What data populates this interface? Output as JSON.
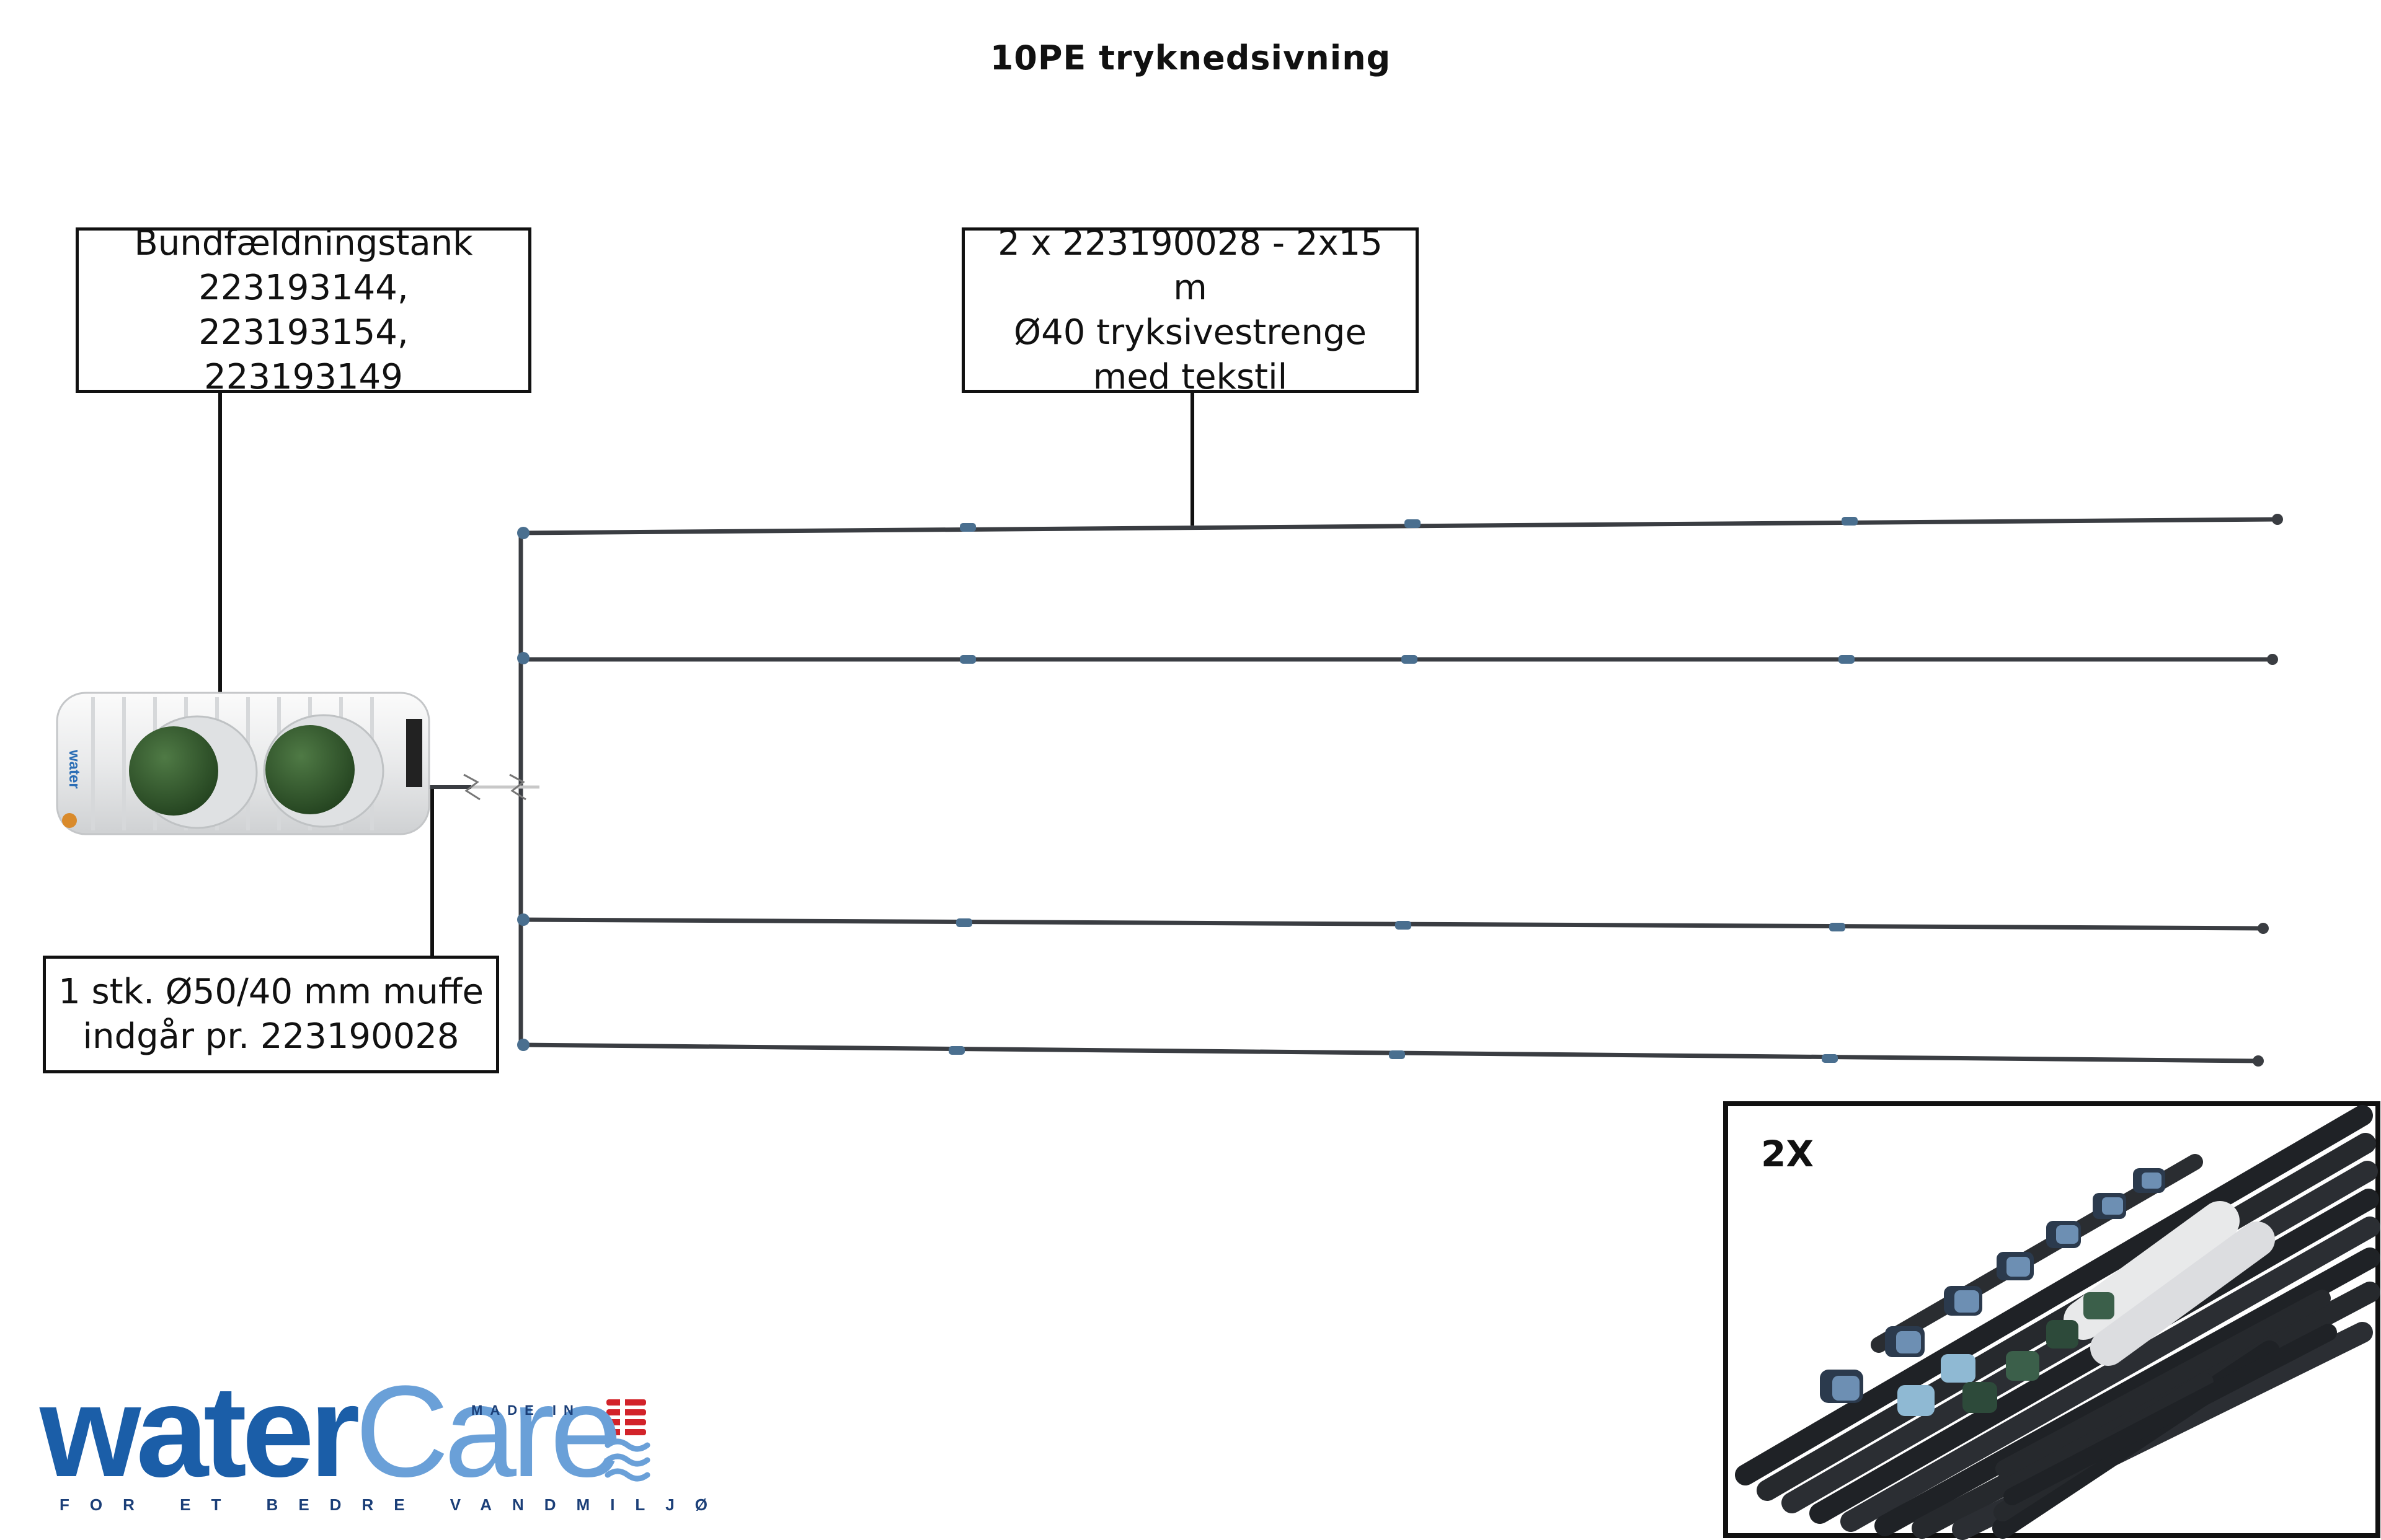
{
  "title": "10PE tryknedsivning",
  "labels": {
    "tank": [
      "Bundfældningstank",
      "223193144, 223193154,",
      "223193149"
    ],
    "strings": [
      "2 x 223190028 - 2x15 m",
      "Ø40 tryksivestrenge",
      "med tekstil"
    ],
    "muffe": [
      "1 stk. Ø50/40 mm muffe",
      "indgår pr. 223190028"
    ]
  },
  "tank": {
    "brand_text": "water"
  },
  "inset": {
    "badge": "2X"
  },
  "logo": {
    "word_a": "water",
    "word_b": "Care",
    "made_in": "MADE IN",
    "tagline": "FOR ET BEDRE VANDMILJØ"
  },
  "colors": {
    "pipe": "#3a3d42",
    "coupling": "#4a6f8f",
    "lid": "#2f5a2b",
    "brand_blue": "#1b5ea8",
    "brand_light": "#6aa0d8",
    "flag_red": "#d2232a"
  },
  "pipe_strings": {
    "count": 4,
    "couplings_per_string": 3
  }
}
